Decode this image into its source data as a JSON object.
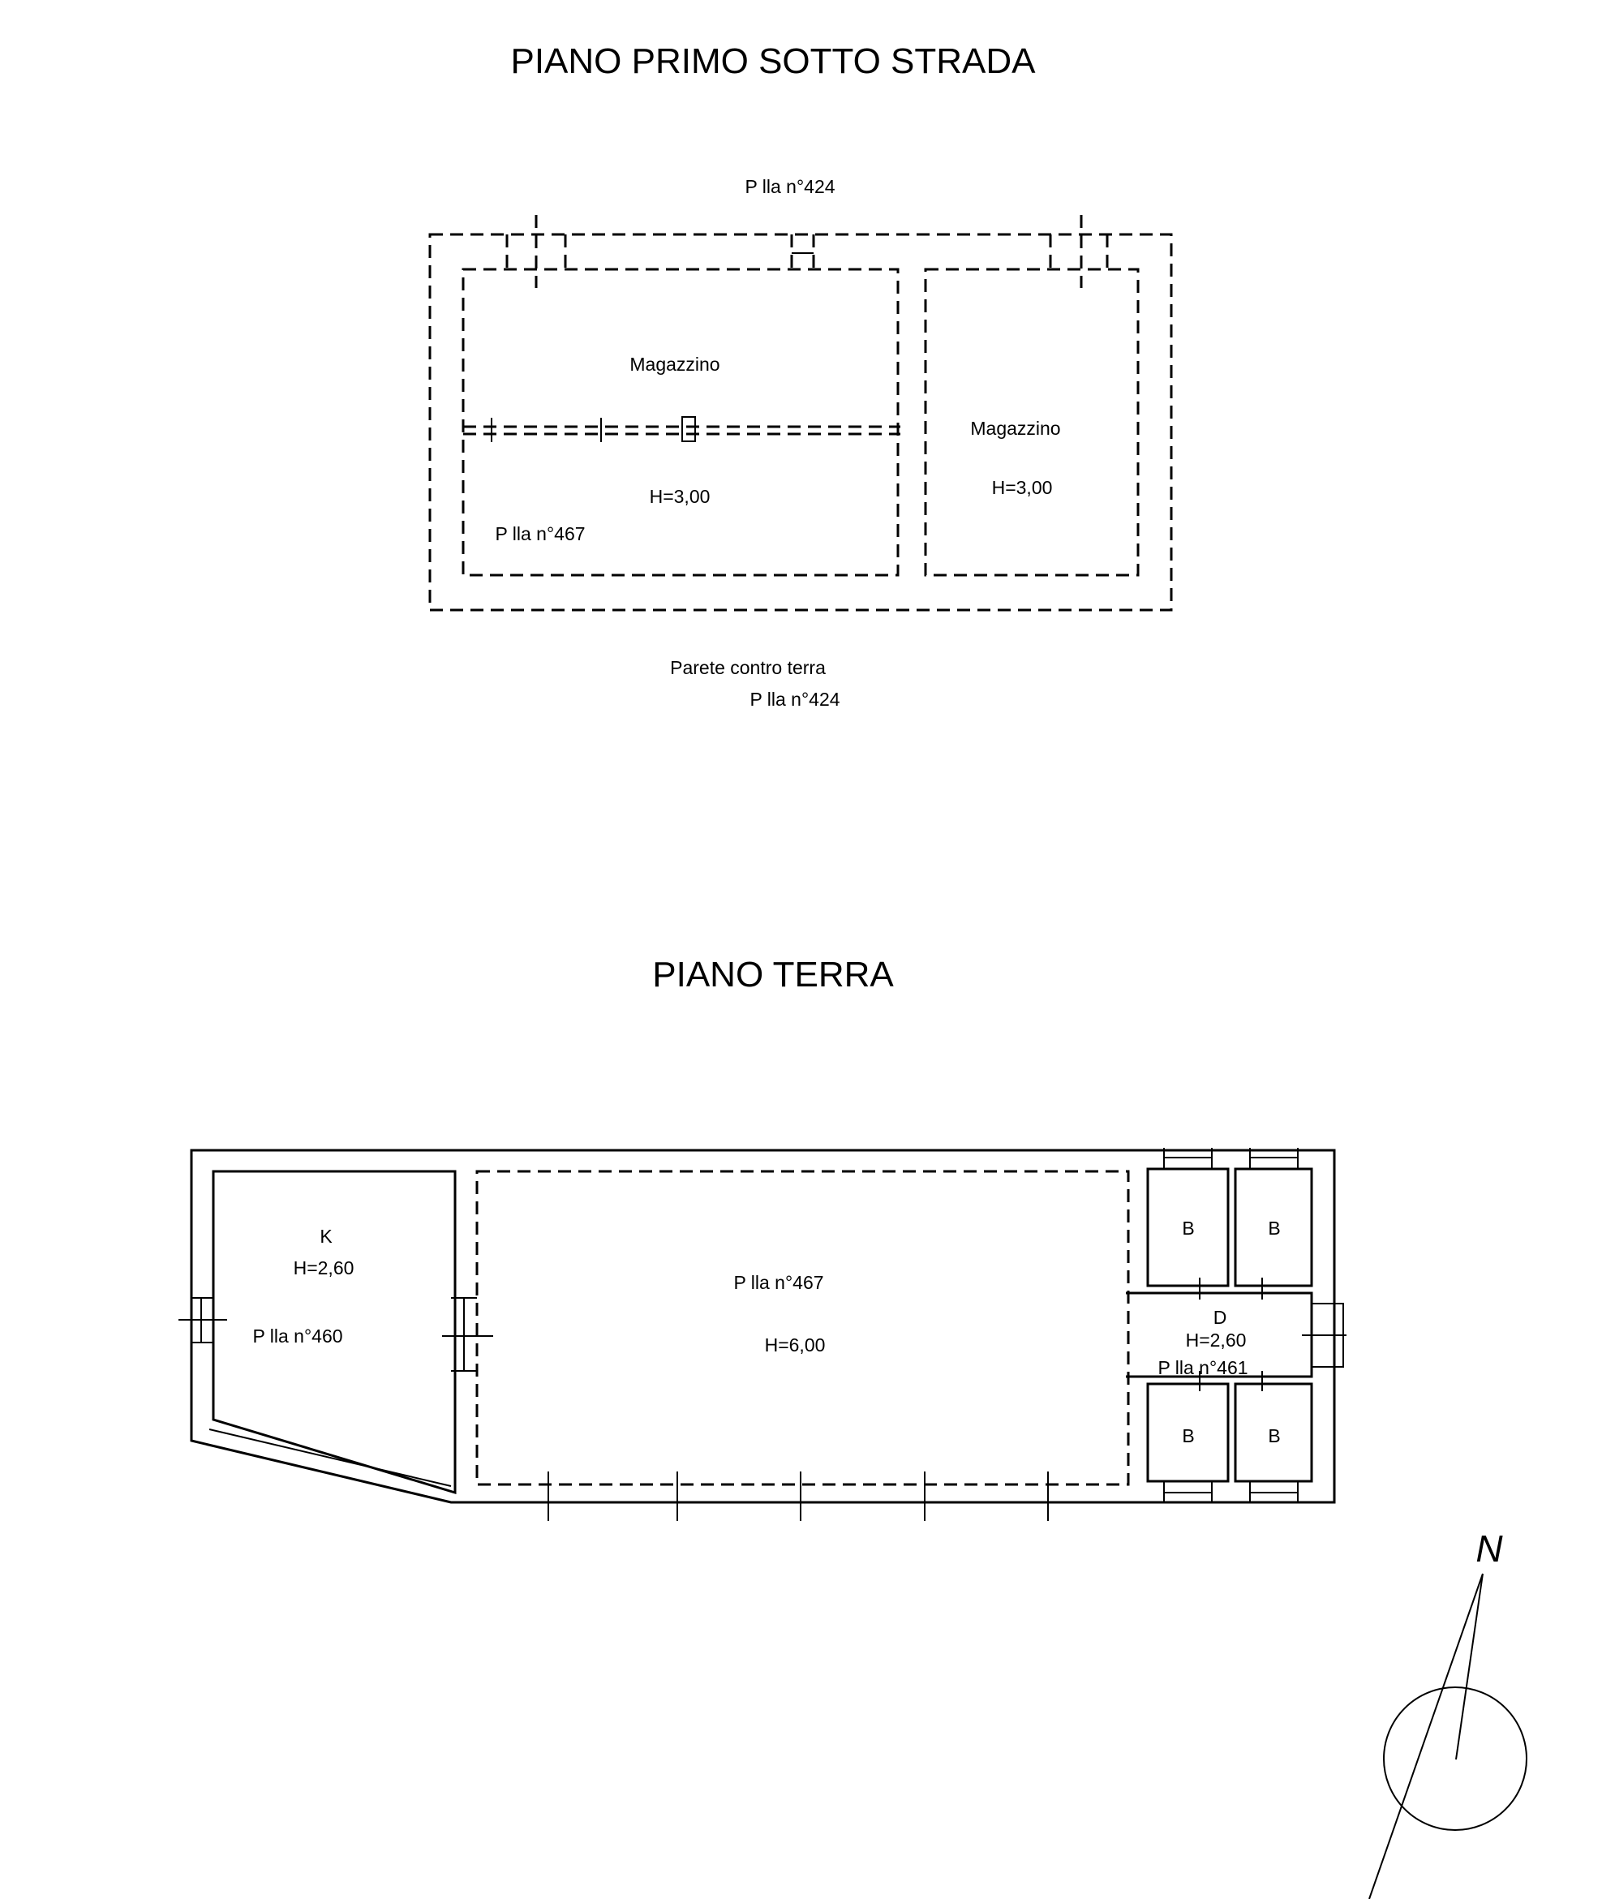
{
  "basement": {
    "title": "PIANO PRIMO SOTTO STRADA",
    "parcel_top": "P lla n°424",
    "room_left": {
      "name": "Magazzino",
      "height": "H=3,00",
      "parcel": "P lla n°467"
    },
    "room_right": {
      "name": "Magazzino",
      "height": "H=3,00"
    },
    "wall_note": "Parete contro terra",
    "parcel_bottom": "P lla n°424"
  },
  "ground": {
    "title": "PIANO TERRA",
    "room_k": {
      "name": "K",
      "height": "H=2,60",
      "parcel": "P lla n°460"
    },
    "room_main": {
      "parcel": "P lla n°467",
      "height": "H=6,00"
    },
    "room_d": {
      "name": "D",
      "height": "H=2,60",
      "parcel": "P lla n°461"
    },
    "bath_labels": [
      "B",
      "B",
      "B",
      "B"
    ]
  },
  "north_arrow": {
    "label": "N"
  }
}
